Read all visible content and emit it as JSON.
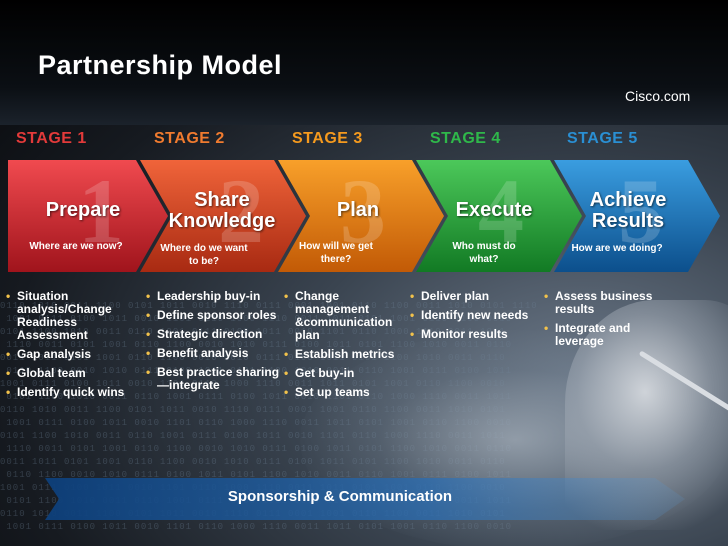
{
  "slide": {
    "title": "Partnership Model",
    "brand": "Cisco.com",
    "banner": "Sponsorship & Communication"
  },
  "colors": {
    "stage1": "#d92b35",
    "stage2": "#d9452a",
    "stage3": "#ee7d10",
    "stage4": "#2ea83a",
    "stage5": "#1e7fbf",
    "label1": "#e23a3a",
    "label2": "#f07b2f",
    "label3": "#f59a1e",
    "label4": "#2fb84a",
    "label5": "#2a8fd3",
    "bullet": "#f2c24b"
  },
  "stages": [
    {
      "label": "STAGE 1",
      "number": "1",
      "title": "Prepare",
      "question": "Where are we now?",
      "items": [
        "Situation analysis/Change Readiness Assessment",
        "Gap analysis",
        "Global team",
        "Identify quick wins"
      ]
    },
    {
      "label": "STAGE 2",
      "number": "2",
      "title_line1": "Share",
      "title_line2": "Knowledge",
      "question_line1": "Where do we want",
      "question_line2": "to be?",
      "items": [
        "Leadership buy-in",
        "Define sponsor roles",
        "Strategic direction",
        "Benefit analysis",
        "Best practice sharing—integrate"
      ]
    },
    {
      "label": "STAGE 3",
      "number": "3",
      "title": "Plan",
      "question_line1": "How will we get",
      "question_line2": "there?",
      "items": [
        "Change management &communication plan",
        "Establish metrics",
        "Get buy-in",
        "Set up teams"
      ]
    },
    {
      "label": "STAGE 4",
      "number": "4",
      "title": "Execute",
      "question_line1": "Who must do",
      "question_line2": "what?",
      "items": [
        "Deliver plan",
        "Identify new needs",
        "Monitor results"
      ]
    },
    {
      "label": "STAGE 5",
      "number": "5",
      "title_line1": "Achieve",
      "title_line2": "Results",
      "question": "How are we doing?",
      "items": [
        "Assess business results",
        "Integrate and leverage"
      ]
    }
  ]
}
